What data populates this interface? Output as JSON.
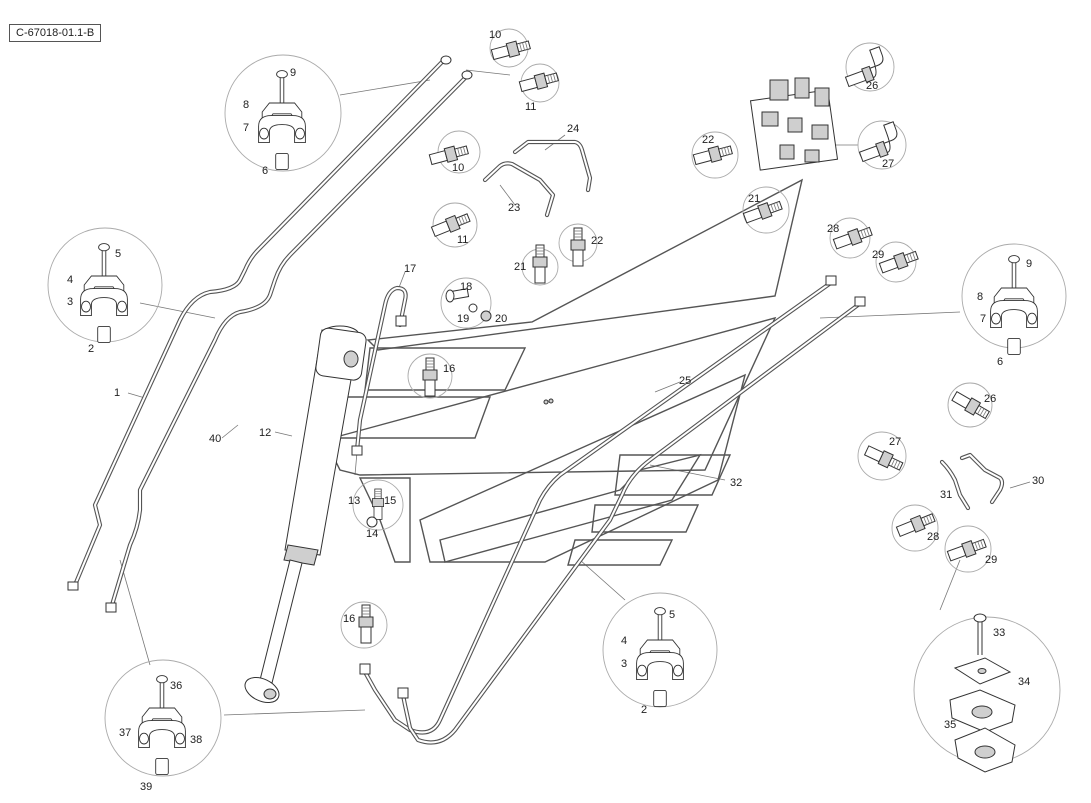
{
  "drawing_ref": "C-67018-01.1-B",
  "callouts": {
    "c1": "1",
    "c2a": "2",
    "c2b": "2",
    "c3a": "3",
    "c3b": "3",
    "c4a": "4",
    "c4b": "4",
    "c5a": "5",
    "c5b": "5",
    "c6a": "6",
    "c6b": "6",
    "c7a": "7",
    "c7b": "7",
    "c8a": "8",
    "c8b": "8",
    "c9a": "9",
    "c9b": "9",
    "c10a": "10",
    "c10b": "10",
    "c11a": "11",
    "c11b": "11",
    "c12": "12",
    "c13": "13",
    "c14": "14",
    "c15": "15",
    "c16a": "16",
    "c16b": "16",
    "c17": "17",
    "c18": "18",
    "c19": "19",
    "c20": "20",
    "c21a": "21",
    "c21b": "21",
    "c22a": "22",
    "c22b": "22",
    "c23": "23",
    "c24": "24",
    "c25": "25",
    "c26a": "26",
    "c26b": "26",
    "c27a": "27",
    "c27b": "27",
    "c28a": "28",
    "c28b": "28",
    "c29a": "29",
    "c29b": "29",
    "c30": "30",
    "c31": "31",
    "c32": "32",
    "c33": "33",
    "c34": "34",
    "c35": "35",
    "c36": "36",
    "c37": "37",
    "c38": "38",
    "c39": "39",
    "c40": "40"
  }
}
